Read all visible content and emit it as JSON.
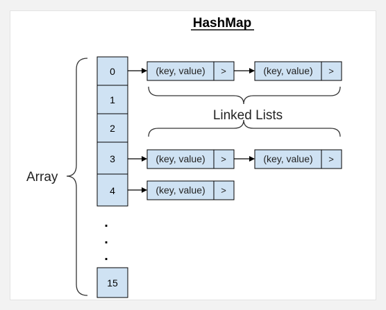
{
  "title": "HashMap",
  "array_label": "Array",
  "linked_lists_label": "Linked Lists",
  "cells": [
    "0",
    "1",
    "2",
    "3",
    "4",
    "15"
  ],
  "ellipsis": [
    ".",
    ".",
    "."
  ],
  "node_text": "(key, value)",
  "pointer_text": ">",
  "colors": {
    "fill": "#cfe2f3",
    "stroke": "#000000",
    "brace": "#333333"
  }
}
